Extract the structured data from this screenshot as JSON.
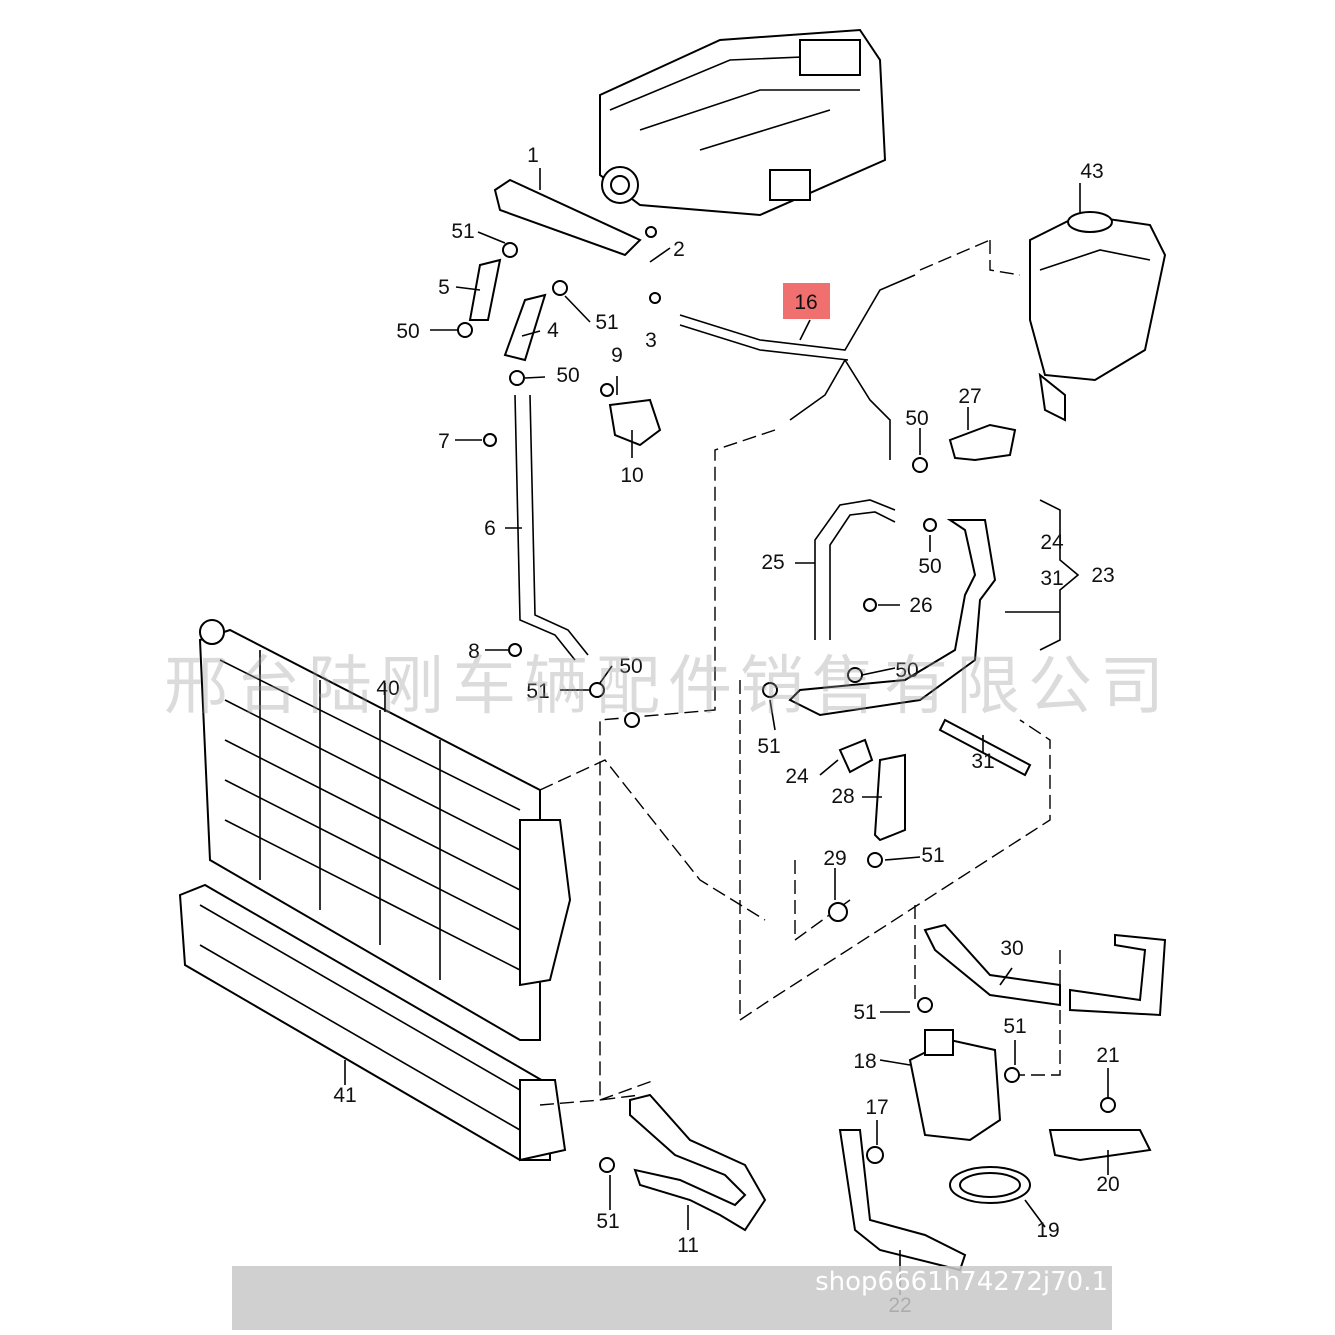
{
  "highlight": {
    "label": "16",
    "color": "#f07070"
  },
  "callouts": [
    "1",
    "2",
    "3",
    "4",
    "5",
    "6",
    "7",
    "8",
    "9",
    "10",
    "11",
    "17",
    "18",
    "19",
    "20",
    "21",
    "22",
    "24",
    "24",
    "25",
    "26",
    "27",
    "28",
    "29",
    "30",
    "31",
    "31",
    "23",
    "40",
    "41",
    "43",
    "50",
    "50",
    "50",
    "50",
    "50",
    "50",
    "51",
    "51",
    "51",
    "51",
    "51",
    "51",
    "51"
  ],
  "watermark": {
    "text": "邢台陆刚车辆配件销售有限公司"
  },
  "shop_tag": {
    "text": "shop6661h74272j70.1"
  }
}
